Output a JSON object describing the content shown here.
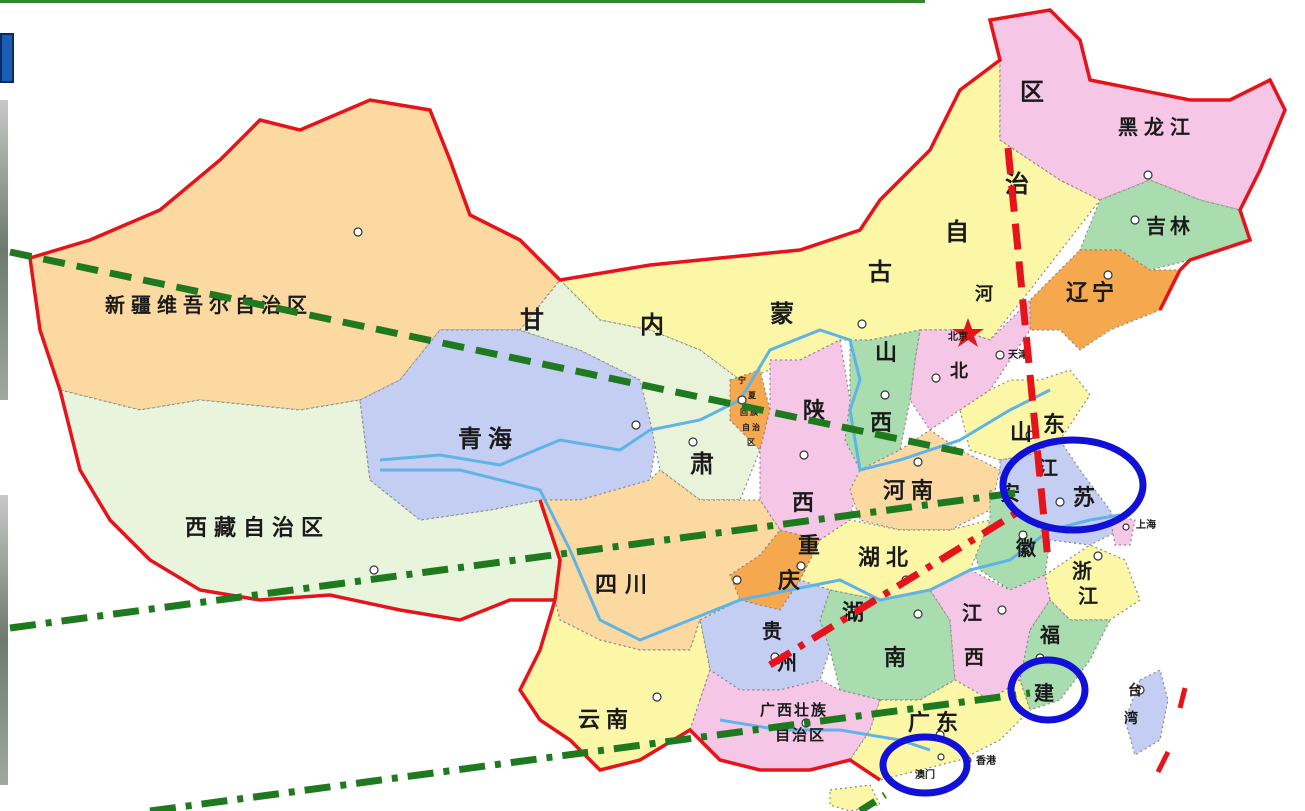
{
  "map": {
    "regions": [
      {
        "id": "xinjiang",
        "label": "新疆维吾尔自治区",
        "color": "#fcd9a0"
      },
      {
        "id": "xizang",
        "label": "西藏自治区",
        "color": "#e8f4dc"
      },
      {
        "id": "qinghai",
        "label": "青海",
        "color": "#c4cef2"
      },
      {
        "id": "gansu",
        "label_parts": [
          "甘",
          "肃"
        ],
        "color": "#e9f3da"
      },
      {
        "id": "neimenggu",
        "label_parts": [
          "内",
          "蒙",
          "古",
          "自",
          "治",
          "区"
        ],
        "color": "#fbf7a6"
      },
      {
        "id": "heilongjiang",
        "label": "黑龙江",
        "color": "#f6c6e6"
      },
      {
        "id": "jilin",
        "label": "吉林",
        "color": "#a9dcae"
      },
      {
        "id": "liaoning",
        "label": "辽宁",
        "color": "#f6a84f"
      },
      {
        "id": "hebei",
        "label_parts": [
          "河",
          "北"
        ],
        "color": "#f6c6e6"
      },
      {
        "id": "beijing",
        "label": "北京",
        "color": "#fbf7a6"
      },
      {
        "id": "tianjin",
        "label": "天津",
        "color": "#a9dcae"
      },
      {
        "id": "shanxi",
        "label_parts": [
          "山",
          "西"
        ],
        "color": "#a9dcae"
      },
      {
        "id": "shandong",
        "label_parts": [
          "山",
          "东"
        ],
        "color": "#fbf7a6"
      },
      {
        "id": "ningxia",
        "label_parts": [
          "宁",
          "夏",
          "回",
          "族",
          "自",
          "治",
          "区"
        ],
        "color": "#f6a84f"
      },
      {
        "id": "shaanxi",
        "label_parts": [
          "陕",
          "西"
        ],
        "color": "#f6c6e6"
      },
      {
        "id": "henan",
        "label": "河南",
        "color": "#fcd9a0"
      },
      {
        "id": "jiangsu",
        "label_parts": [
          "江",
          "苏"
        ],
        "color": "#c4cef2"
      },
      {
        "id": "shanghai",
        "label": "上海",
        "color": "#f6c6e6"
      },
      {
        "id": "anhui",
        "label_parts": [
          "安",
          "徽"
        ],
        "color": "#a9dcae"
      },
      {
        "id": "hubei",
        "label": "湖北",
        "color": "#fbf7a6"
      },
      {
        "id": "chongqing",
        "label_parts": [
          "重",
          "庆"
        ],
        "color": "#f6a84f"
      },
      {
        "id": "sichuan",
        "label": "四川",
        "color": "#fcd9a0"
      },
      {
        "id": "zhejiang",
        "label_parts": [
          "浙",
          "江"
        ],
        "color": "#fbf7a6"
      },
      {
        "id": "hunan",
        "label_parts": [
          "湖",
          "南"
        ],
        "color": "#a9dcae"
      },
      {
        "id": "jiangxi",
        "label_parts": [
          "江",
          "西"
        ],
        "color": "#f6c6e6"
      },
      {
        "id": "fujian",
        "label_parts": [
          "福",
          "建"
        ],
        "color": "#a9dcae"
      },
      {
        "id": "guizhou",
        "label_parts": [
          "贵",
          "州"
        ],
        "color": "#c4cef2"
      },
      {
        "id": "yunnan",
        "label": "云南",
        "color": "#fbf7a6"
      },
      {
        "id": "guangxi",
        "label_parts": [
          "广西壮族",
          "自治区"
        ],
        "color": "#f6c6e6"
      },
      {
        "id": "guangdong",
        "label": "广东",
        "color": "#fbf7a6"
      },
      {
        "id": "taiwan",
        "label_parts": [
          "台",
          "湾"
        ],
        "color": "#c4cef2"
      },
      {
        "id": "xianggang",
        "label": "香港",
        "color": "#ffffff"
      },
      {
        "id": "aomen",
        "label": "澳门",
        "color": "#ffffff"
      }
    ],
    "border_color": "#e6131a",
    "river_color": "#5fb3e6",
    "annotations": {
      "green_line_color": "#1f7a1f",
      "red_line_color": "#e6131a",
      "circle_color": "#1010d8"
    }
  }
}
